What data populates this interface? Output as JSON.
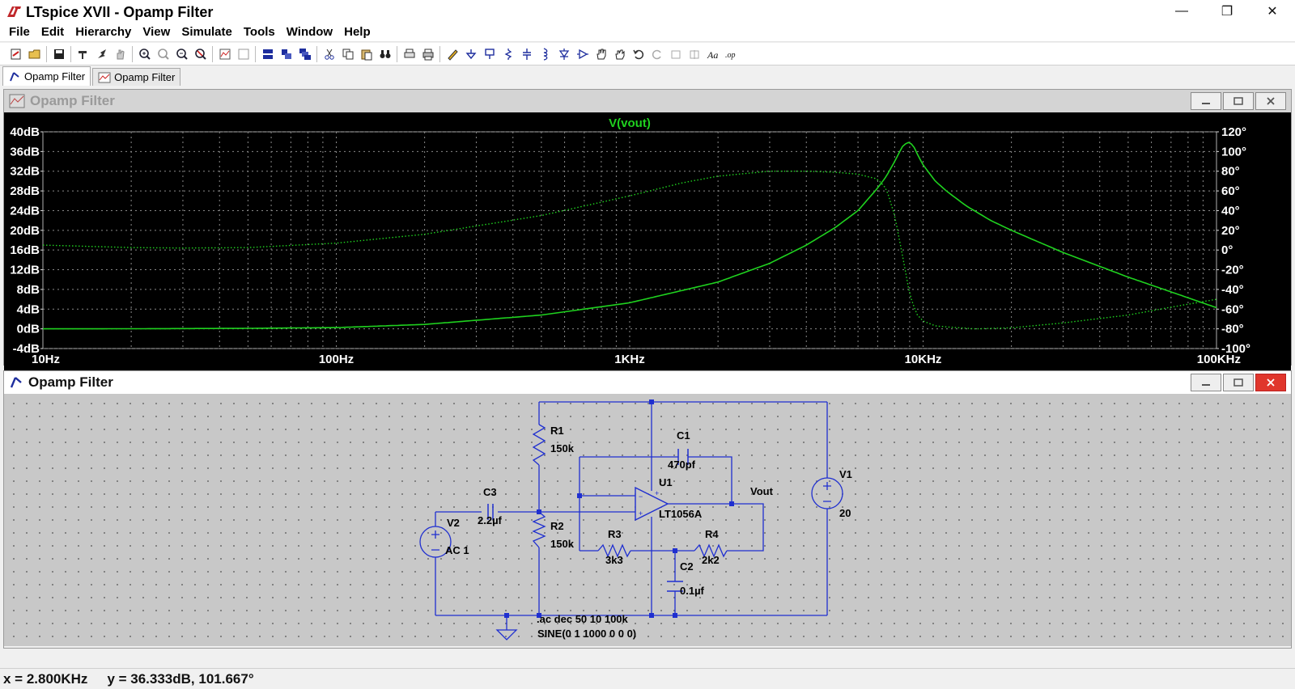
{
  "window": {
    "title": "LTspice XVII - Opamp Filter",
    "controls": [
      "—",
      "❐",
      "✕"
    ]
  },
  "menu": [
    {
      "label": "File"
    },
    {
      "label": "Edit"
    },
    {
      "label": "Hierarchy"
    },
    {
      "label": "View"
    },
    {
      "label": "Simulate"
    },
    {
      "label": "Tools"
    },
    {
      "label": "Window"
    },
    {
      "label": "Help"
    }
  ],
  "tabs": [
    {
      "label": "Opamp Filter",
      "icon": "schematic-icon",
      "active": true
    },
    {
      "label": "Opamp Filter",
      "icon": "waveform-icon",
      "active": false
    }
  ],
  "plot_window": {
    "title": "Opamp Filter",
    "trace_label": "V(vout)",
    "left_ticks": [
      "40dB",
      "36dB",
      "32dB",
      "28dB",
      "24dB",
      "20dB",
      "16dB",
      "12dB",
      "8dB",
      "4dB",
      "0dB",
      "-4dB"
    ],
    "right_ticks": [
      "120°",
      "100°",
      "80°",
      "60°",
      "40°",
      "20°",
      "0°",
      "-20°",
      "-40°",
      "-60°",
      "-80°",
      "-100°"
    ],
    "x_ticks": [
      "10Hz",
      "100Hz",
      "1KHz",
      "10KHz",
      "100KHz"
    ],
    "colors": {
      "background": "#000000",
      "trace": "#1fd21f",
      "grid": "#8a8a8a",
      "label": "#ffffff"
    }
  },
  "chart_data": {
    "type": "line",
    "title": "V(vout)",
    "x_scale": "log",
    "xlim": [
      10,
      100000
    ],
    "ylim_left": [
      -4,
      40
    ],
    "ylim_right": [
      -100,
      120
    ],
    "grid": true,
    "series": [
      {
        "name": "V(vout)",
        "axis": "left",
        "style": "solid",
        "x": [
          10,
          20,
          50,
          100,
          200,
          500,
          1000,
          2000,
          3000,
          4000,
          5000,
          6000,
          7000,
          7500,
          8000,
          8500,
          8800,
          9000,
          9300,
          9600,
          10000,
          11000,
          12000,
          14000,
          17000,
          20000,
          30000,
          50000,
          70000,
          100000
        ],
        "values": [
          0,
          0.02,
          0.1,
          0.25,
          0.9,
          2.8,
          5.3,
          9.5,
          13.3,
          17.0,
          20.5,
          24.0,
          28.6,
          31.0,
          34.0,
          37.0,
          37.8,
          37.9,
          37.0,
          35.2,
          33.3,
          30.0,
          28.0,
          25.0,
          22.0,
          20.0,
          15.5,
          10.5,
          7.5,
          4.3
        ]
      },
      {
        "name": "V(vout)",
        "axis": "right",
        "style": "dotted",
        "x": [
          10,
          20,
          30,
          50,
          100,
          200,
          500,
          1000,
          1500,
          2000,
          3000,
          4000,
          5000,
          6000,
          7000,
          7500,
          8000,
          8500,
          9000,
          9500,
          10000,
          11000,
          12000,
          15000,
          20000,
          30000,
          50000,
          70000,
          100000
        ],
        "values": [
          5,
          2.5,
          2,
          2.5,
          7,
          16,
          35,
          55,
          68,
          75,
          80,
          80,
          79,
          77,
          72,
          62,
          35,
          -5,
          -45,
          -65,
          -72,
          -77,
          -78,
          -80,
          -79,
          -74,
          -66,
          -58,
          -50
        ]
      }
    ]
  },
  "schematic_window": {
    "title": "Opamp Filter",
    "labels": {
      "r1": "R1",
      "r1_val": "150k",
      "r2": "R2",
      "r2_val": "150k",
      "r3": "R3",
      "r3_val": "3k3",
      "r4": "R4",
      "r4_val": "2k2",
      "c1": "C1",
      "c1_val": "470pf",
      "c2": "C2",
      "c2_val": "0.1µf",
      "c3": "C3",
      "c3_val": "2.2µf",
      "u1": "U1",
      "u1_val": "LT1056A",
      "v1": "V1",
      "v1_val": "20",
      "v2": "V2",
      "v2_val": "AC 1",
      "vout": "Vout",
      "directive1": ".ac dec 50 10 100k",
      "directive2": "SINE(0 1 1000 0 0 0)"
    },
    "colors": {
      "wire": "#1f2fd0",
      "text": "#000000",
      "background": "#c8c8c8"
    }
  },
  "status": {
    "x": "x = 2.800KHz",
    "y": "y = 36.333dB, 101.667°"
  }
}
